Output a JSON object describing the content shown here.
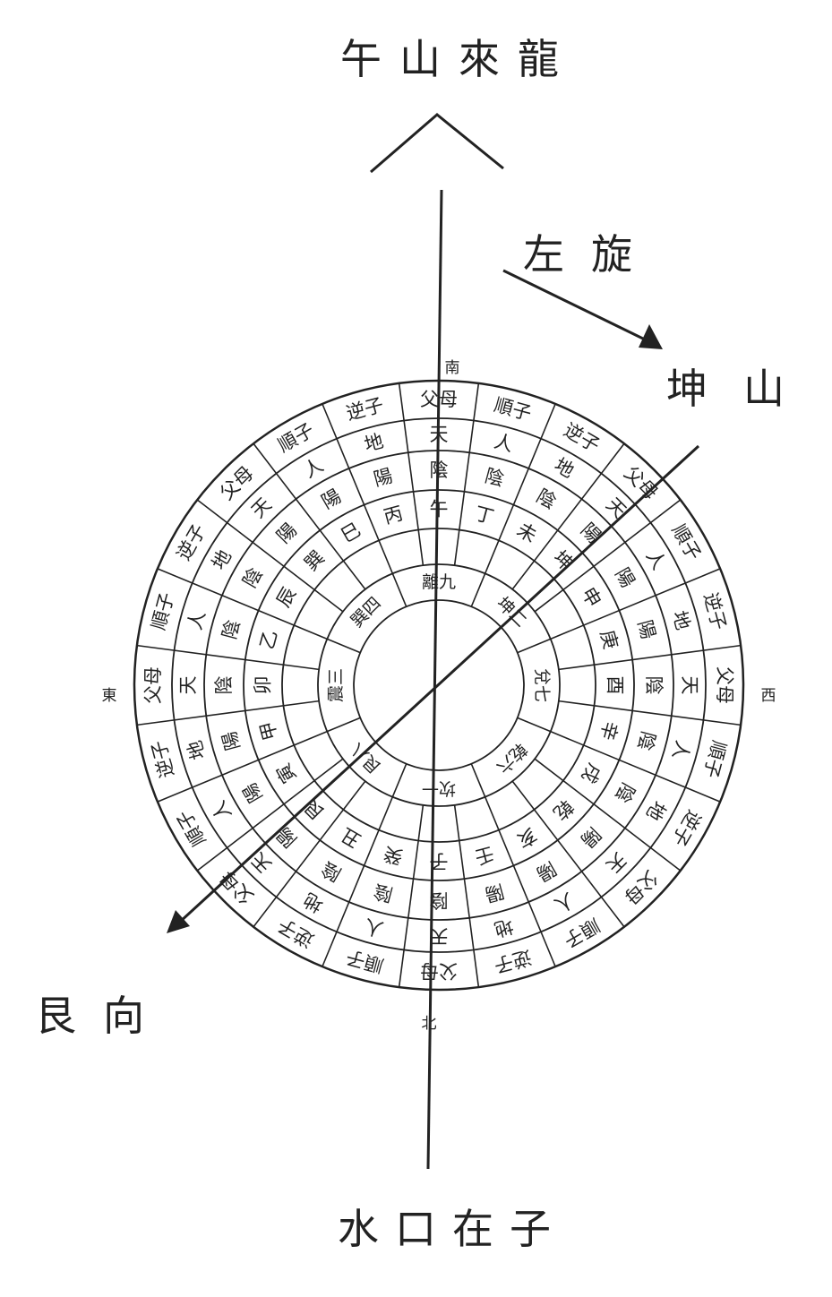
{
  "labels": {
    "top": "午山來龍",
    "rotation": "左旋",
    "mountain": "坤山",
    "facing": "艮向",
    "water_outlet": "水口在子"
  },
  "directions": {
    "south": "南",
    "north": "北",
    "east": "東",
    "west": "西"
  },
  "rings": {
    "outer": [
      "父母",
      "順子",
      "逆子",
      "父母",
      "順子",
      "逆子",
      "父母",
      "順子",
      "逆子",
      "父母",
      "順子",
      "逆子",
      "父母",
      "順子",
      "逆子",
      "父母",
      "順子",
      "逆子",
      "父母",
      "順子",
      "逆子",
      "父母",
      "順子",
      "逆子"
    ],
    "tri": [
      "天",
      "人",
      "地",
      "天",
      "人",
      "地",
      "天",
      "人",
      "地",
      "天",
      "人",
      "地",
      "天",
      "人",
      "地",
      "天",
      "人",
      "地",
      "天",
      "人",
      "地",
      "天",
      "人",
      "地"
    ],
    "polarity": [
      "陰",
      "陰",
      "陰",
      "陽",
      "陽",
      "陽",
      "陰",
      "陰",
      "陰",
      "陽",
      "陽",
      "陽",
      "陰",
      "陰",
      "陰",
      "陽",
      "陽",
      "陽",
      "陰",
      "陰",
      "陰",
      "陽",
      "陽",
      "陽"
    ],
    "mountains": [
      "午",
      "丁",
      "未",
      "坤",
      "申",
      "庚",
      "酉",
      "辛",
      "戌",
      "乾",
      "亥",
      "壬",
      "子",
      "癸",
      "丑",
      "艮",
      "寅",
      "甲",
      "卯",
      "乙",
      "辰",
      "巽",
      "巳",
      "丙"
    ],
    "trigrams": [
      "離九",
      "坤二",
      "兌七",
      "乾六",
      "坎一",
      "艮八",
      "震三",
      "巽四"
    ]
  },
  "icons": {
    "rotation_arrow": "arrow-icon",
    "axis_arrow": "arrow-icon"
  }
}
